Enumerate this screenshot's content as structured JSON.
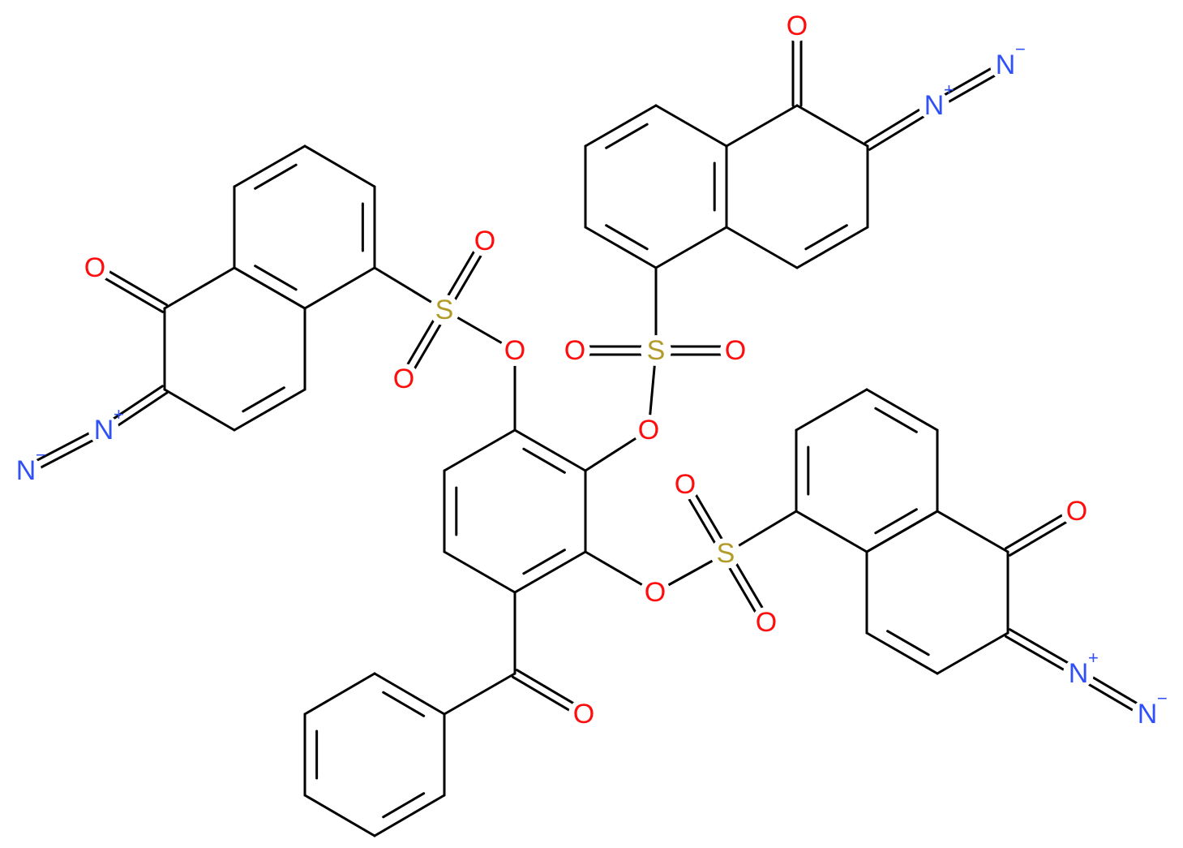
{
  "molecule": {
    "colors": {
      "O": "#ff0d0d",
      "N": "#3050f8",
      "S": "#b29b2a",
      "C": "#000000"
    },
    "atoms": [
      {
        "id": "o_top_keto",
        "el": "O",
        "text": "O"
      },
      {
        "id": "n_top_plus",
        "el": "N",
        "text": "N",
        "charge": "+"
      },
      {
        "id": "n_top_minus",
        "el": "N",
        "text": "N",
        "charge": "−"
      },
      {
        "id": "s_top",
        "el": "S",
        "text": "S"
      },
      {
        "id": "o_top_s1",
        "el": "O",
        "text": "O"
      },
      {
        "id": "o_top_s2",
        "el": "O",
        "text": "O"
      },
      {
        "id": "o_top_ester",
        "el": "O",
        "text": "O"
      },
      {
        "id": "o_left_ester",
        "el": "O",
        "text": "O"
      },
      {
        "id": "s_left",
        "el": "S",
        "text": "S"
      },
      {
        "id": "o_left_s1",
        "el": "O",
        "text": "O"
      },
      {
        "id": "o_left_s2",
        "el": "O",
        "text": "O"
      },
      {
        "id": "o_left_keto",
        "el": "O",
        "text": "O"
      },
      {
        "id": "n_left_plus",
        "el": "N",
        "text": "N",
        "charge": "+"
      },
      {
        "id": "n_left_minus",
        "el": "N",
        "text": "N",
        "charge": "−"
      },
      {
        "id": "o_right_ester",
        "el": "O",
        "text": "O"
      },
      {
        "id": "s_right",
        "el": "S",
        "text": "S"
      },
      {
        "id": "o_right_s1",
        "el": "O",
        "text": "O"
      },
      {
        "id": "o_right_s2",
        "el": "O",
        "text": "O"
      },
      {
        "id": "o_right_keto",
        "el": "O",
        "text": "O"
      },
      {
        "id": "n_right_plus",
        "el": "N",
        "text": "N",
        "charge": "+"
      },
      {
        "id": "n_right_minus",
        "el": "N",
        "text": "N",
        "charge": "−"
      },
      {
        "id": "o_benzoyl",
        "el": "O",
        "text": "O"
      }
    ]
  }
}
